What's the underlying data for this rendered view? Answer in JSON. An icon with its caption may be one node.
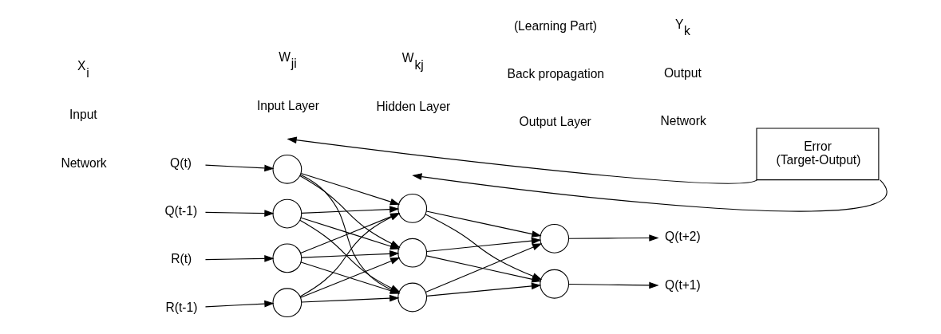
{
  "diagram": {
    "nodes": [
      {
        "text": [
          "Q(t)"
        ]
      },
      {
        "text": [
          "Q(t-1)"
        ]
      },
      {
        "text": [
          "R(t)"
        ]
      },
      {
        "text": [
          "R(t-1)"
        ]
      },
      {
        "text": [],
        "shape": "circle"
      },
      {
        "text": [],
        "shape": "circle"
      },
      {
        "text": [],
        "shape": "circle"
      },
      {
        "text": [],
        "shape": "circle"
      },
      {
        "text": [],
        "shape": "circle"
      },
      {
        "text": [],
        "shape": "circle"
      },
      {
        "text": [],
        "shape": "circle"
      },
      {
        "text": [],
        "shape": "circle"
      },
      {
        "text": [],
        "shape": "circle"
      },
      {
        "text": [
          "Q(t+1)"
        ]
      },
      {
        "text": [
          "Q(t+2)"
        ]
      },
      {
        "text": [
          "Error",
          "(Target-Output)"
        ]
      }
    ],
    "edges": [
      {
        "from": 0,
        "to": 4,
        "arrow": "to"
      },
      {
        "from": 1,
        "to": 5,
        "arrow": "to"
      },
      {
        "from": 2,
        "to": 6,
        "arrow": "to"
      },
      {
        "from": 3,
        "to": 7,
        "arrow": "to"
      },
      {
        "from": 4,
        "to": 8,
        "arrow": "to"
      },
      {
        "from": 4,
        "to": 9,
        "arrow": "to"
      },
      {
        "from": 4,
        "to": 10,
        "arrow": "to"
      },
      {
        "from": 5,
        "to": 8,
        "arrow": "to"
      },
      {
        "from": 5,
        "to": 9,
        "arrow": "to"
      },
      {
        "from": 5,
        "to": 10,
        "arrow": "to"
      },
      {
        "from": 6,
        "to": 8,
        "arrow": "to"
      },
      {
        "from": 6,
        "to": 9,
        "arrow": "to"
      },
      {
        "from": 6,
        "to": 10,
        "arrow": "to"
      },
      {
        "from": 7,
        "to": 8,
        "arrow": "to"
      },
      {
        "from": 7,
        "to": 9,
        "arrow": "to"
      },
      {
        "from": 7,
        "to": 10,
        "arrow": "to"
      },
      {
        "from": 8,
        "to": 11,
        "arrow": "to"
      },
      {
        "from": 8,
        "to": 12,
        "arrow": "to"
      },
      {
        "from": 9,
        "to": 11,
        "arrow": "to"
      },
      {
        "from": 9,
        "to": 12,
        "arrow": "to"
      },
      {
        "from": 10,
        "to": 11,
        "arrow": "to"
      },
      {
        "from": 10,
        "to": 12,
        "arrow": "to"
      },
      {
        "from": 11,
        "to": 13,
        "arrow": "to"
      },
      {
        "from": 12,
        "to": 14,
        "arrow": "to"
      },
      {
        "from": 15,
        "to": null,
        "arrow": "to"
      },
      {
        "from": 15,
        "to": null,
        "arrow": "to"
      }
    ],
    "labels": [
      "Input Layer",
      "Hidden Layer",
      "Output Layer",
      "W$_{ji}$",
      "Network",
      "W$_{kj}$",
      "Input",
      "Network",
      "Output",
      "X$_{i}$",
      "Y$_{k}$",
      "Back propagation",
      "(Learning Part)"
    ]
  }
}
